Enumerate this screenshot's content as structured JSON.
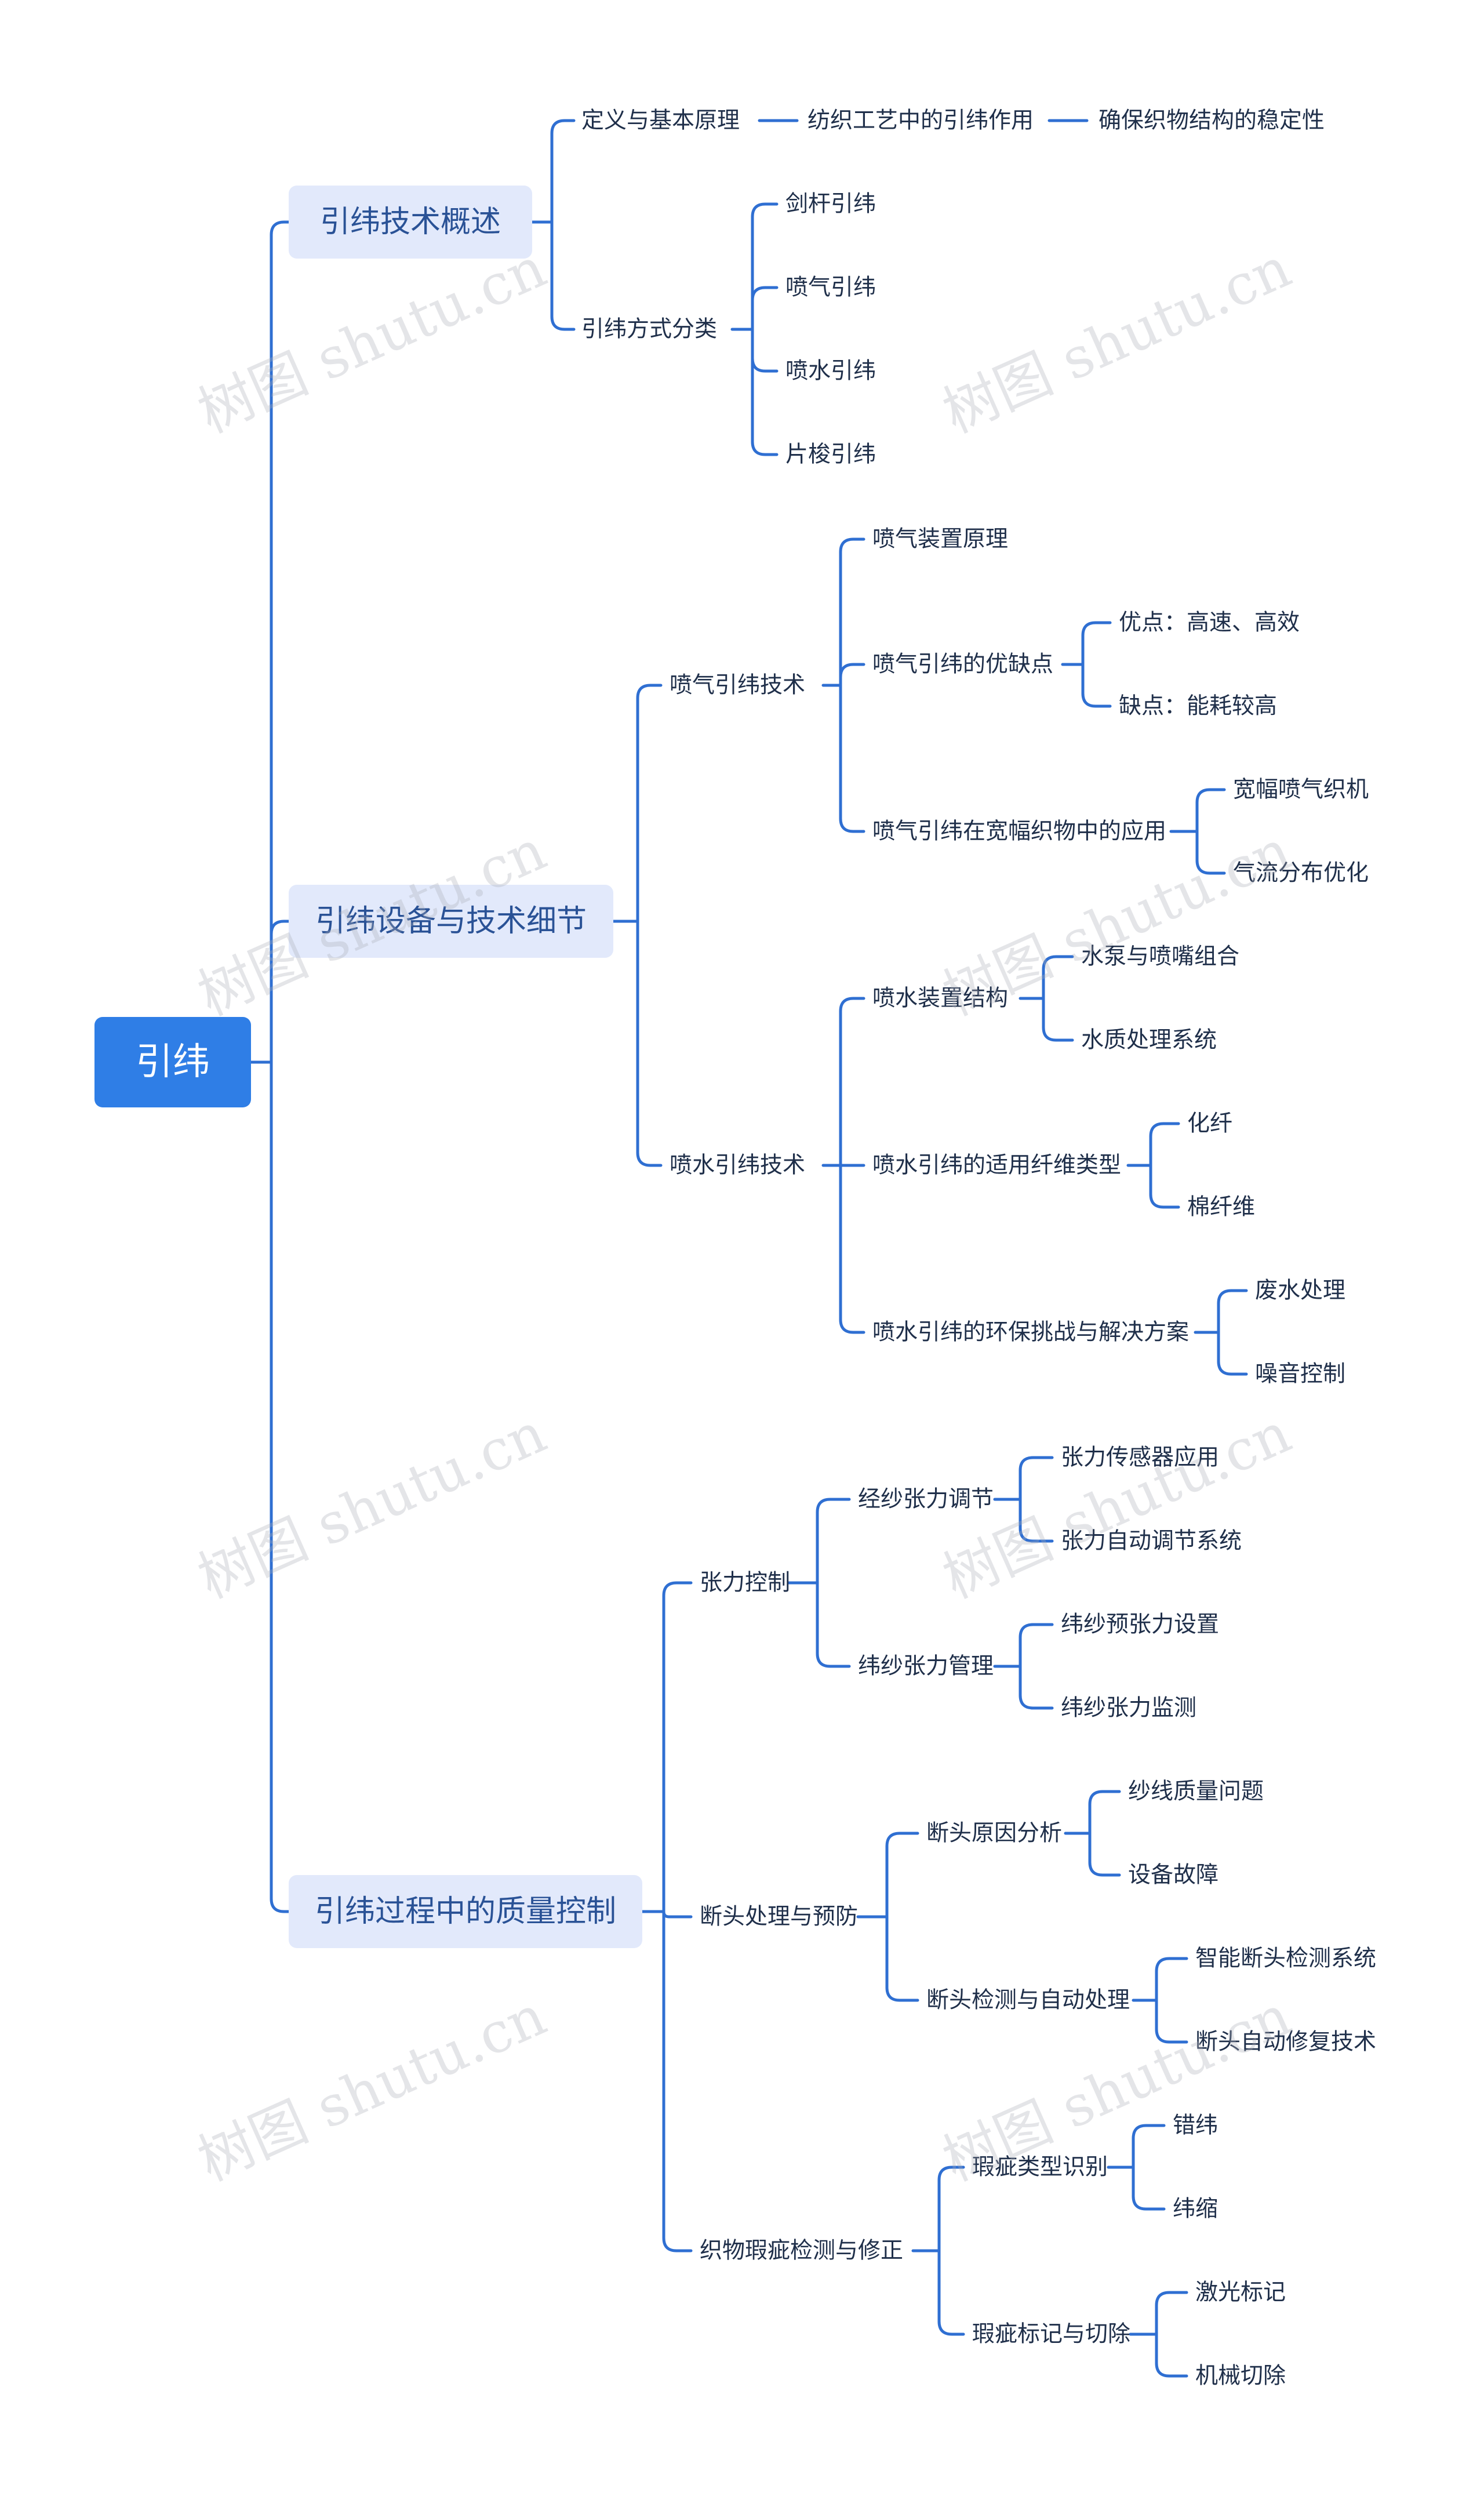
{
  "root": "引纬",
  "overview": {
    "label": "引纬技术概述",
    "definition": "定义与基本原理",
    "role": "纺织工艺中的引纬作用",
    "stability": "确保织物结构的稳定性",
    "classification": "引纬方式分类",
    "methods": [
      "剑杆引纬",
      "喷气引纬",
      "喷水引纬",
      "片梭引纬"
    ]
  },
  "equipment": {
    "label": "引纬设备与技术细节",
    "air_jet": {
      "label": "喷气引纬技术",
      "principle": "喷气装置原理",
      "pros_cons": "喷气引纬的优缺点",
      "pros": "优点：高速、高效",
      "cons": "缺点：能耗较高",
      "wide_app": "喷气引纬在宽幅织物中的应用",
      "wide_items": [
        "宽幅喷气织机",
        "气流分布优化"
      ]
    },
    "water_jet": {
      "label": "喷水引纬技术",
      "structure": "喷水装置结构",
      "structure_items": [
        "水泵与喷嘴组合",
        "水质处理系统"
      ],
      "fibers": "喷水引纬的适用纤维类型",
      "fiber_items": [
        "化纤",
        "棉纤维"
      ],
      "env": "喷水引纬的环保挑战与解决方案",
      "env_items": [
        "废水处理",
        "噪音控制"
      ]
    }
  },
  "quality": {
    "label": "引纬过程中的质量控制",
    "tension": {
      "label": "张力控制",
      "warp": "经纱张力调节",
      "warp_items": [
        "张力传感器应用",
        "张力自动调节系统"
      ],
      "weft": "纬纱张力管理",
      "weft_items": [
        "纬纱预张力设置",
        "纬纱张力监测"
      ]
    },
    "breakage": {
      "label": "断头处理与预防",
      "cause": "断头原因分析",
      "cause_items": [
        "纱线质量问题",
        "设备故障"
      ],
      "detect": "断头检测与自动处理",
      "detect_items": [
        "智能断头检测系统",
        "断头自动修复技术"
      ]
    },
    "defect": {
      "label": "织物瑕疵检测与修正",
      "types": "瑕疵类型识别",
      "type_items": [
        "错纬",
        "纬缩"
      ],
      "marking": "瑕疵标记与切除",
      "marking_items": [
        "激光标记",
        "机械切除"
      ]
    }
  },
  "watermark": "树图 shutu.cn",
  "colors": {
    "line": "#2f6fd2",
    "root_bg": "#2f7ee6",
    "branch_bg": "#e2e9fb",
    "branch_text": "#2a5296",
    "text": "#1f2f4a"
  }
}
